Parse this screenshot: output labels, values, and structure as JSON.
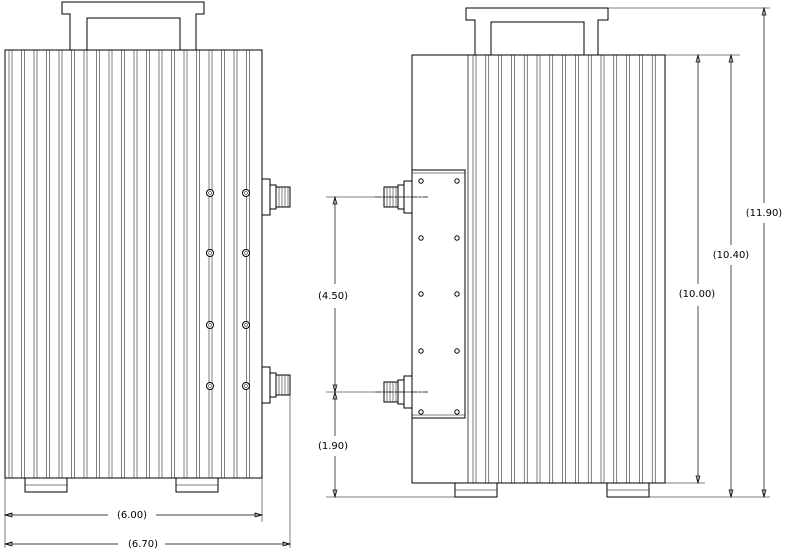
{
  "drawing": {
    "dimensions": {
      "front_width": "(6.00)",
      "front_overall_width": "(6.70)",
      "connector_spacing": "(4.50)",
      "bottom_connector_height": "(1.90)",
      "body_height": "(10.00)",
      "height_with_feet": "(10.40)",
      "overall_height": "(11.90)"
    },
    "colors": {
      "line": "#000000",
      "background": "#ffffff"
    }
  }
}
